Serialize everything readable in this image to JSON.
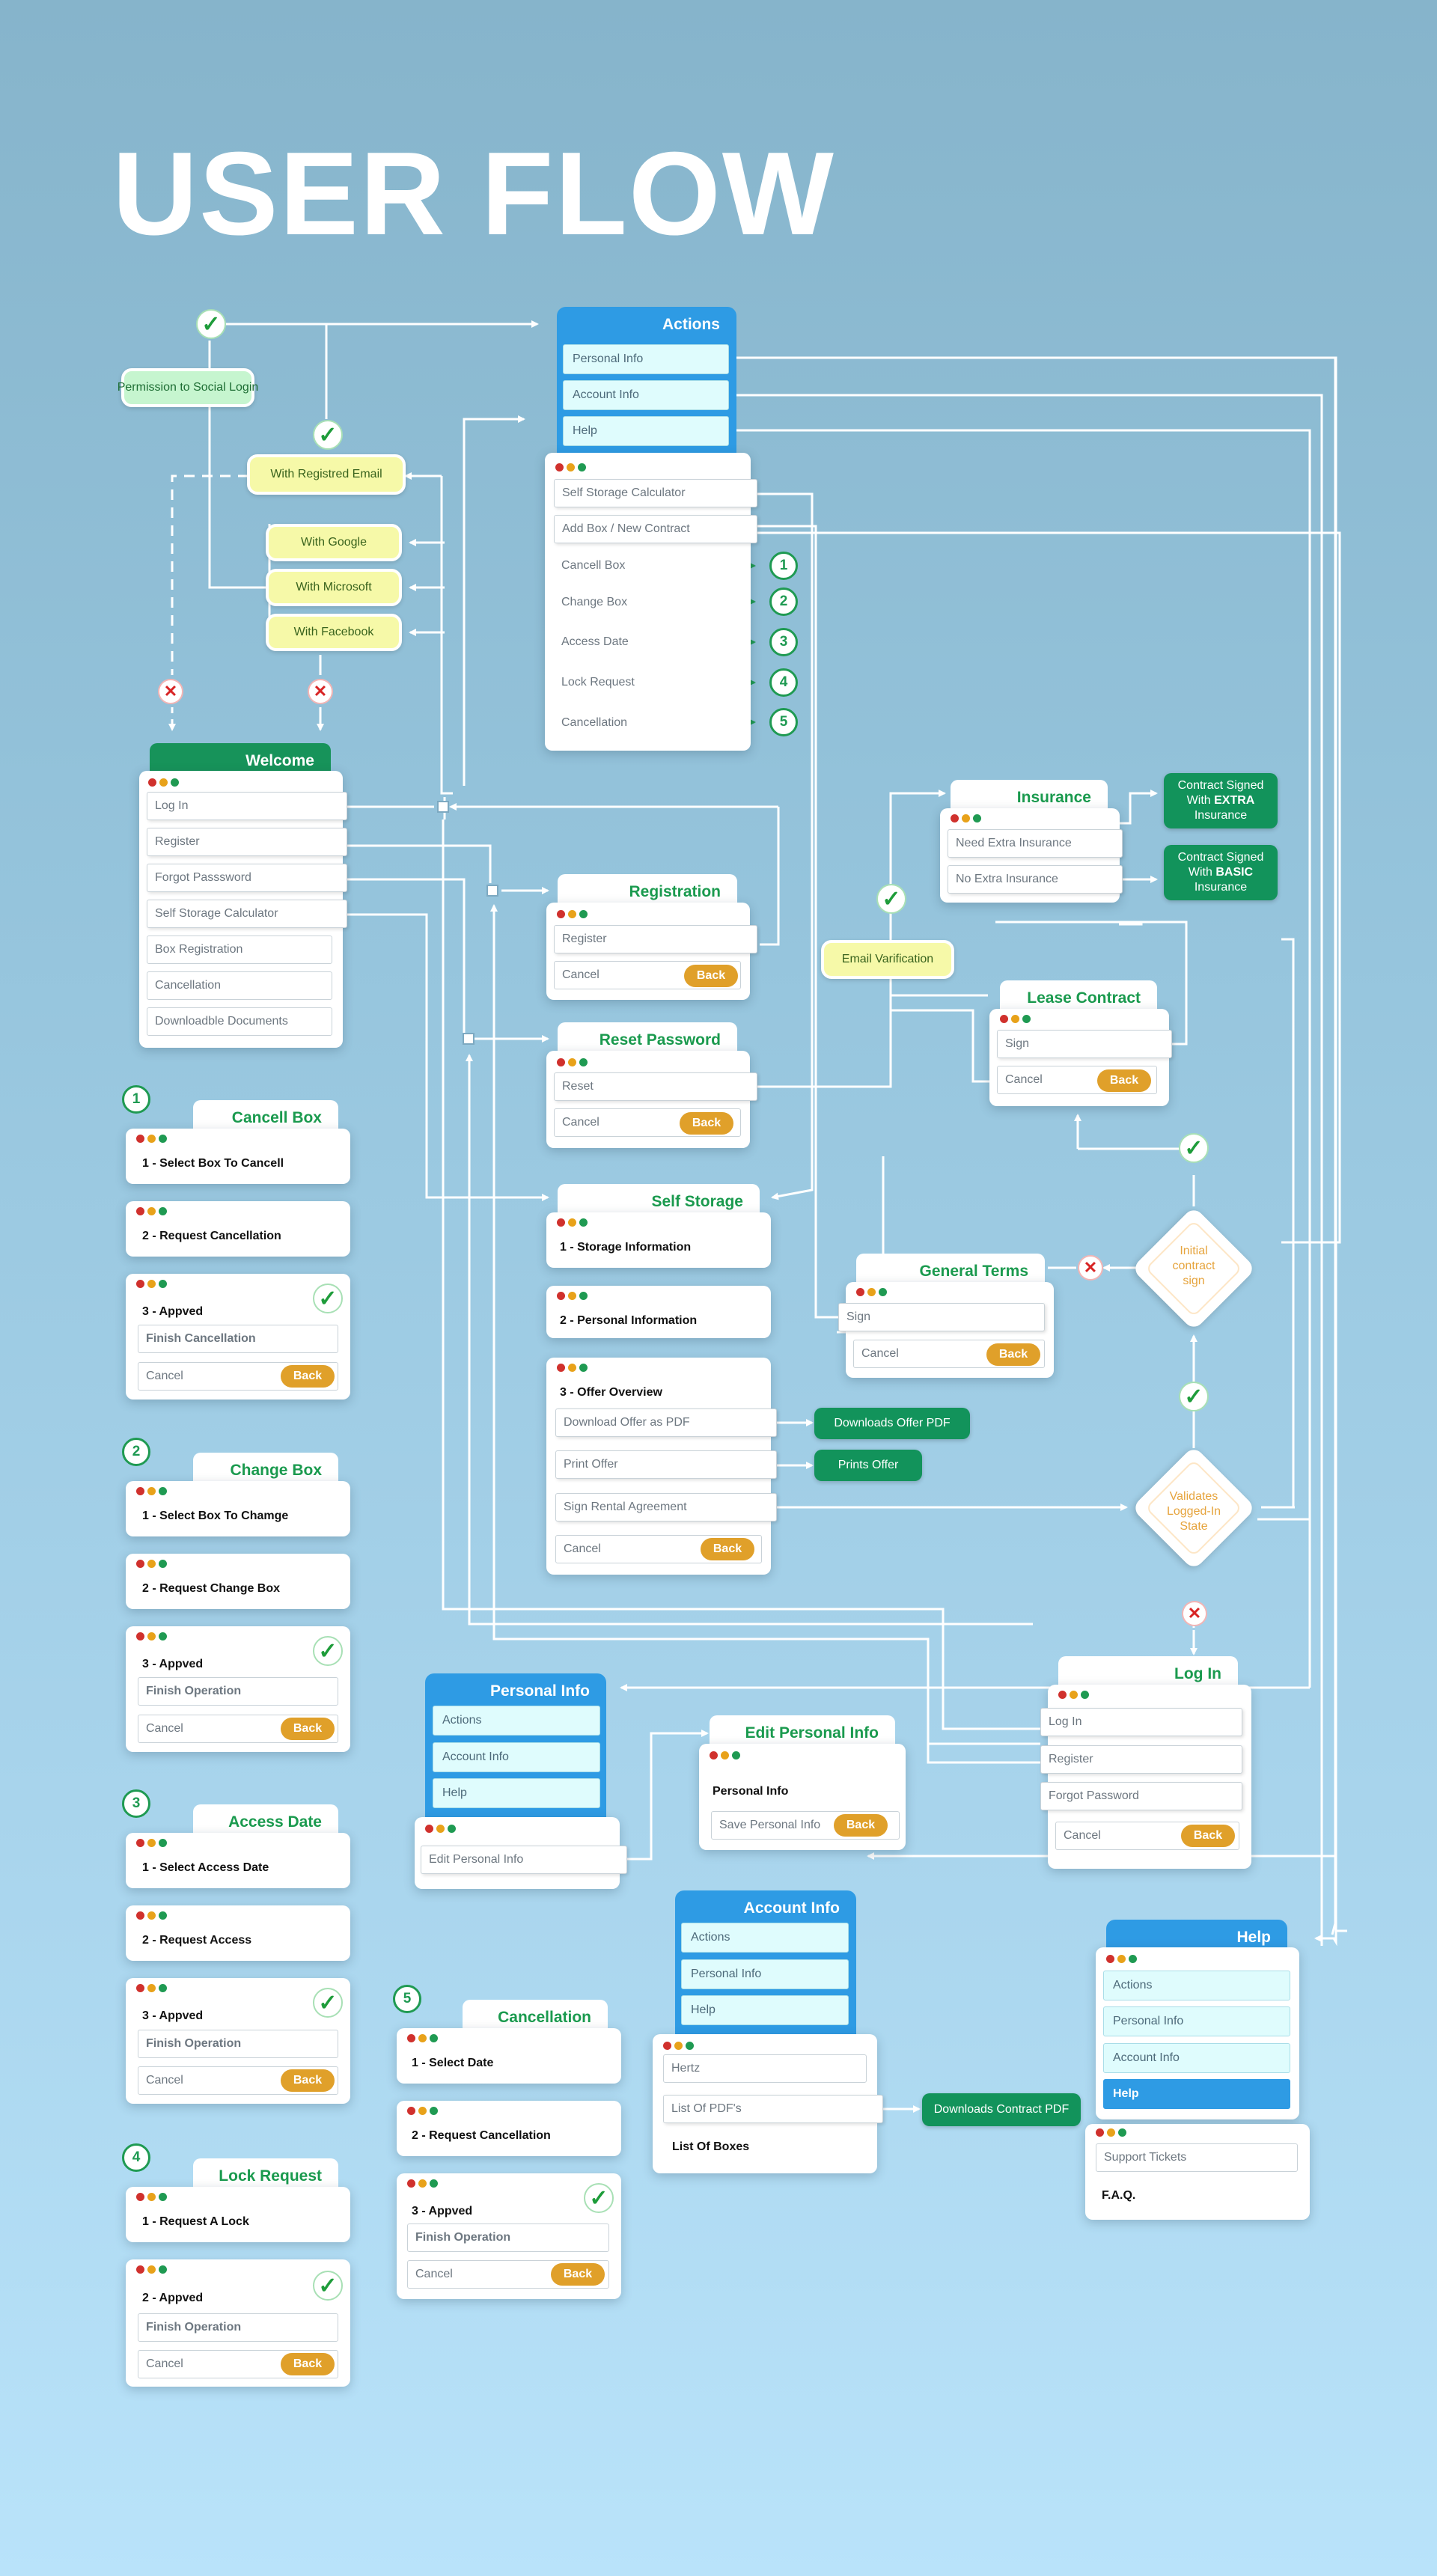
{
  "title": "USER FLOW",
  "social": {
    "permission": "Permission to Social Login",
    "registered_email": "With Registred Email",
    "google": "With Google",
    "microsoft": "With Microsoft",
    "facebook": "With Facebook"
  },
  "actions": {
    "title": "Actions",
    "tabs": [
      "Personal Info",
      "Account Info",
      "Help"
    ],
    "items": [
      "Self Storage Calculator",
      "Add Box / New Contract",
      "Cancell Box",
      "Change Box",
      "Access Date",
      "Lock Request",
      "Cancellation"
    ],
    "numbers": [
      "1",
      "2",
      "3",
      "4",
      "5"
    ]
  },
  "welcome": {
    "title": "Welcome",
    "items": [
      "Log In",
      "Register",
      "Forgot Passsword",
      "Self Storage Calculator",
      "Box Registration",
      "Cancellation",
      "Downloadble Documents"
    ]
  },
  "registration": {
    "title": "Registration",
    "register": "Register",
    "cancel": "Cancel",
    "back": "Back"
  },
  "reset_password": {
    "title": "Reset Password",
    "reset": "Reset",
    "cancel": "Cancel",
    "back": "Back"
  },
  "calculator": {
    "title": "Self Storage Calculator",
    "step1": "1 - Storage Information",
    "step2": "2 - Personal Information",
    "step3": "3 - Offer Overview",
    "download": "Download Offer as PDF",
    "print": "Print Offer",
    "sign": "Sign Rental Agreement",
    "cancel": "Cancel",
    "back": "Back",
    "downloads_btn": "Downloads  Offer PDF",
    "prints_btn": "Prints Offer"
  },
  "email_verification": "Email Varification",
  "insurance": {
    "title": "Insurance",
    "need_extra": "Need Extra Insurance",
    "no_extra": "No Extra Insurance",
    "extra_line1": "Contract Signed",
    "extra_line2_pre": "With ",
    "extra_line2_bold": "EXTRA",
    "extra_line3": "Insurance",
    "basic_line1": "Contract Signed",
    "basic_line2_pre": "With ",
    "basic_line2_bold": "BASIC",
    "basic_line3": "Insurance"
  },
  "lease": {
    "title": "Lease Contract",
    "sign": "Sign",
    "cancel": "Cancel",
    "back": "Back"
  },
  "general_terms": {
    "title": "General Terms Contract",
    "sign": "Sign",
    "cancel": "Cancel",
    "back": "Back"
  },
  "decisions": {
    "initial": [
      "Initial",
      "contract",
      "sign"
    ],
    "validates": [
      "Validates",
      "Logged-In",
      "State"
    ]
  },
  "login": {
    "title": "Log In",
    "login": "Log In",
    "register": "Register",
    "forgot": "Forgot Password",
    "cancel": "Cancel",
    "back": "Back"
  },
  "cancel_box": {
    "num": "1",
    "title": "Cancell  Box",
    "step1": "1 - Select Box To Cancell",
    "step2": "2 - Request Cancellation",
    "step3": "3 - Appved",
    "finish": "Finish Cancellation",
    "cancel": "Cancel",
    "back": "Back"
  },
  "change_box": {
    "num": "2",
    "title": "Change Box",
    "step1": "1 - Select Box To Chamge",
    "step2": "2 - Request Change Box",
    "step3": "3 - Appved",
    "finish": "Finish Operation",
    "cancel": "Cancel",
    "back": "Back"
  },
  "access_date": {
    "num": "3",
    "title": "Access Date",
    "step1": "1 - Select  Access Date",
    "step2": "2 - Request Access",
    "step3": "3 - Appved",
    "finish": "Finish Operation",
    "cancel": "Cancel",
    "back": "Back"
  },
  "lock_request": {
    "num": "4",
    "title": "Lock Request",
    "step1": "1 - Request A Lock",
    "step2": "2 - Appved",
    "finish": "Finish Operation",
    "cancel": "Cancel",
    "back": "Back"
  },
  "cancellation": {
    "num": "5",
    "title": "Cancellation",
    "step1": "1 - Select Date",
    "step2": "2 - Request Cancellation",
    "step3": "3 - Appved",
    "finish": "Finish Operation",
    "cancel": "Cancel",
    "back": "Back"
  },
  "personal_info": {
    "title": "Personal Info",
    "tabs": [
      "Actions",
      "Account Info",
      "Help"
    ],
    "edit": "Edit Personal Info"
  },
  "edit_personal": {
    "title": "Edit Personal Info",
    "label": "Personal Info",
    "save": "Save Personal Info",
    "back": "Back"
  },
  "account_info": {
    "title": "Account Info",
    "tabs": [
      "Actions",
      "Personal Info",
      "Help"
    ],
    "hertz": "Hertz",
    "pdfs": "List Of PDF's",
    "boxes": "List Of Boxes",
    "download_btn": "Downloads Contract PDF"
  },
  "help": {
    "title": "Help",
    "tabs": [
      "Actions",
      "Personal Info",
      "Account Info",
      "Help"
    ],
    "support": "Support Tickets",
    "faq": "F.A.Q."
  }
}
